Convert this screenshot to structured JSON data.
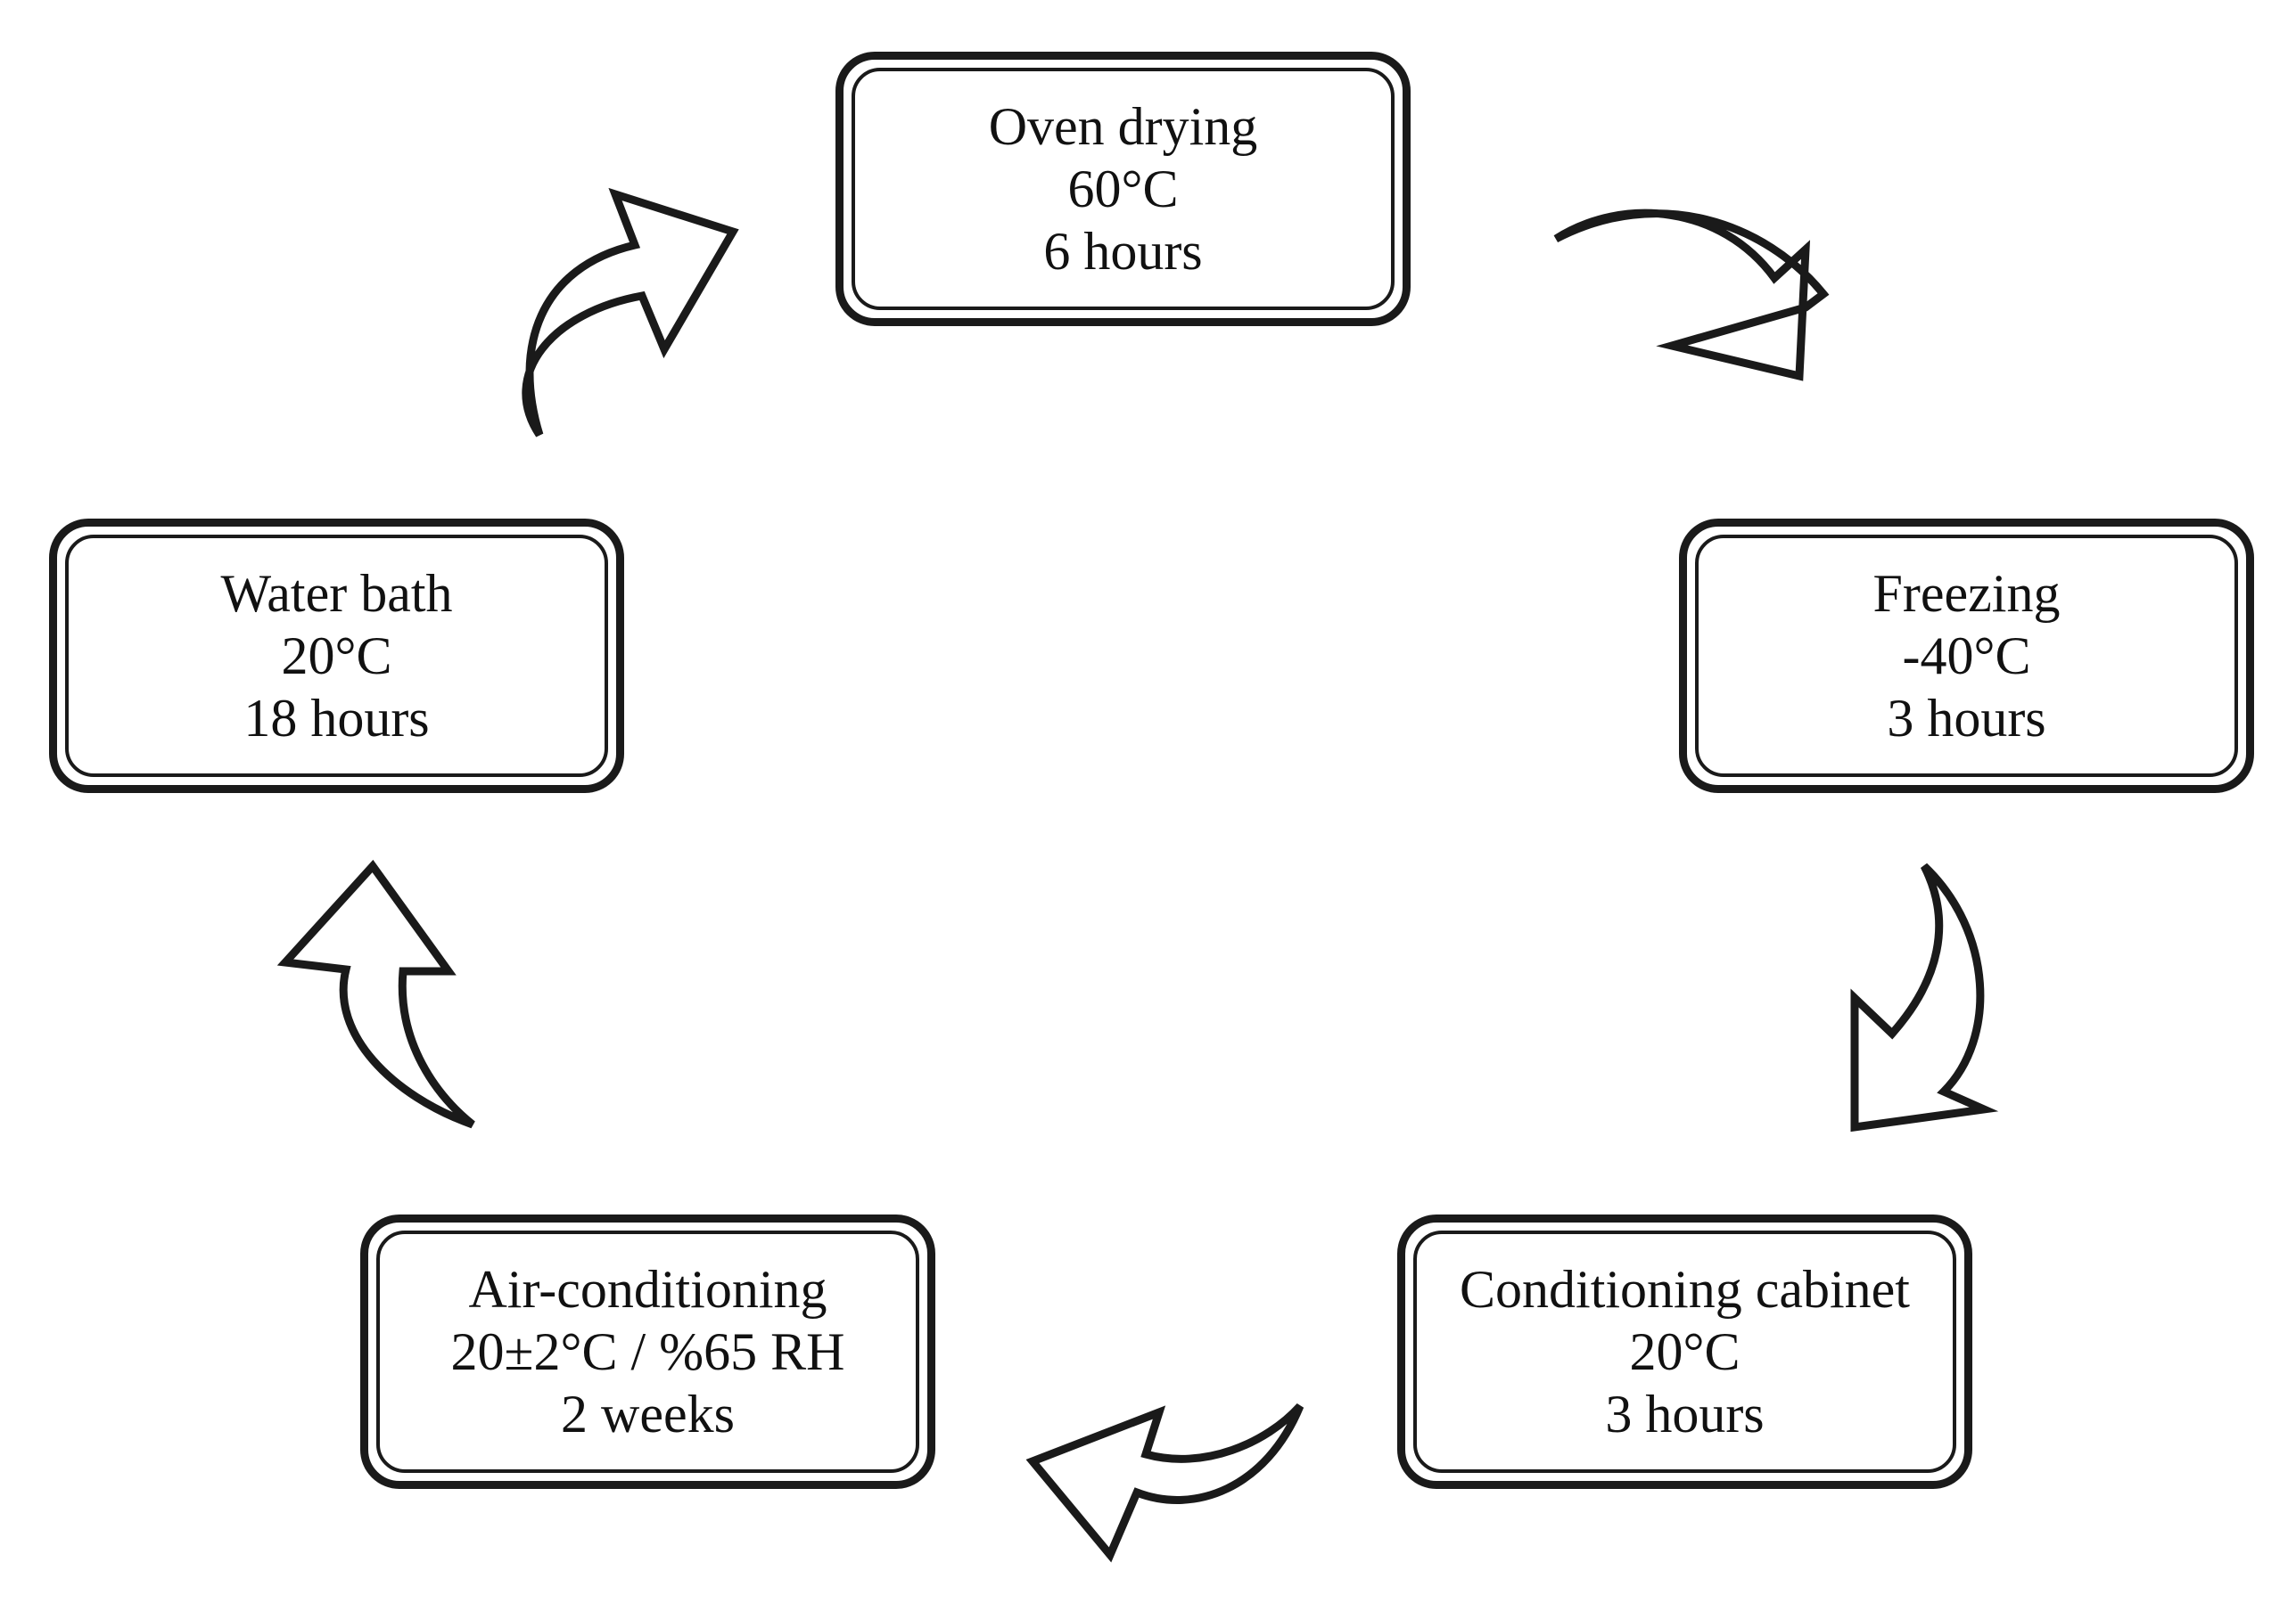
{
  "steps": [
    {
      "name": "Oven drying",
      "temperature": "60°C",
      "duration": "6 hours"
    },
    {
      "name": "Freezing",
      "temperature": "-40°C",
      "duration": "3 hours"
    },
    {
      "name": "Conditioning cabinet",
      "temperature": "20°C",
      "duration": "3 hours"
    },
    {
      "name": "Air-conditioning",
      "temperature": "20±2°C / %65 RH",
      "duration": "2 weeks"
    },
    {
      "name": "Water bath",
      "temperature": "20°C",
      "duration": "18 hours"
    }
  ],
  "flow": "cyclic-clockwise",
  "colors": {
    "stroke": "#1a1a1a",
    "fill": "#ffffff"
  },
  "icons": [
    "curved-arrow-icon"
  ]
}
